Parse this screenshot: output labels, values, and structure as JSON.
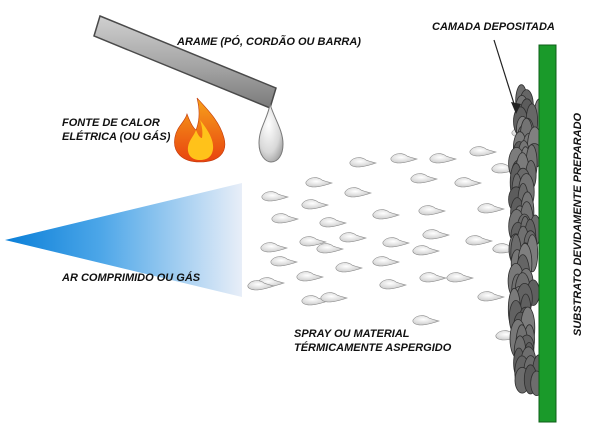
{
  "labels": {
    "wire": "ARAME (PÓ, CORDÃO OU BARRA)",
    "heat_source_line1": "FONTE DE CALOR",
    "heat_source_line2": "ELÉTRICA (OU GÁS)",
    "compressed_air": "AR COMPRIMIDO OU GÁS",
    "spray_line1": "SPRAY OU MATERIAL",
    "spray_line2": "TÉRMICAMENTE ASPERGIDO",
    "deposited_layer": "CAMADA DEPOSITADA",
    "substrate": "SUBSTRATO DEVIDAMENTE PREPARADO"
  },
  "colors": {
    "wire": "#a8a8a8",
    "flame_outer": "#f26b1d",
    "flame_inner": "#ffc21a",
    "air_cone": "#1a8fe0",
    "particle": "#e4e4e4",
    "deposit": "#6a6a6a",
    "substrate": "#1a9a2a"
  },
  "icons": {
    "heat_source": "flame-icon",
    "wire_tip": "molten-droplet-icon"
  }
}
